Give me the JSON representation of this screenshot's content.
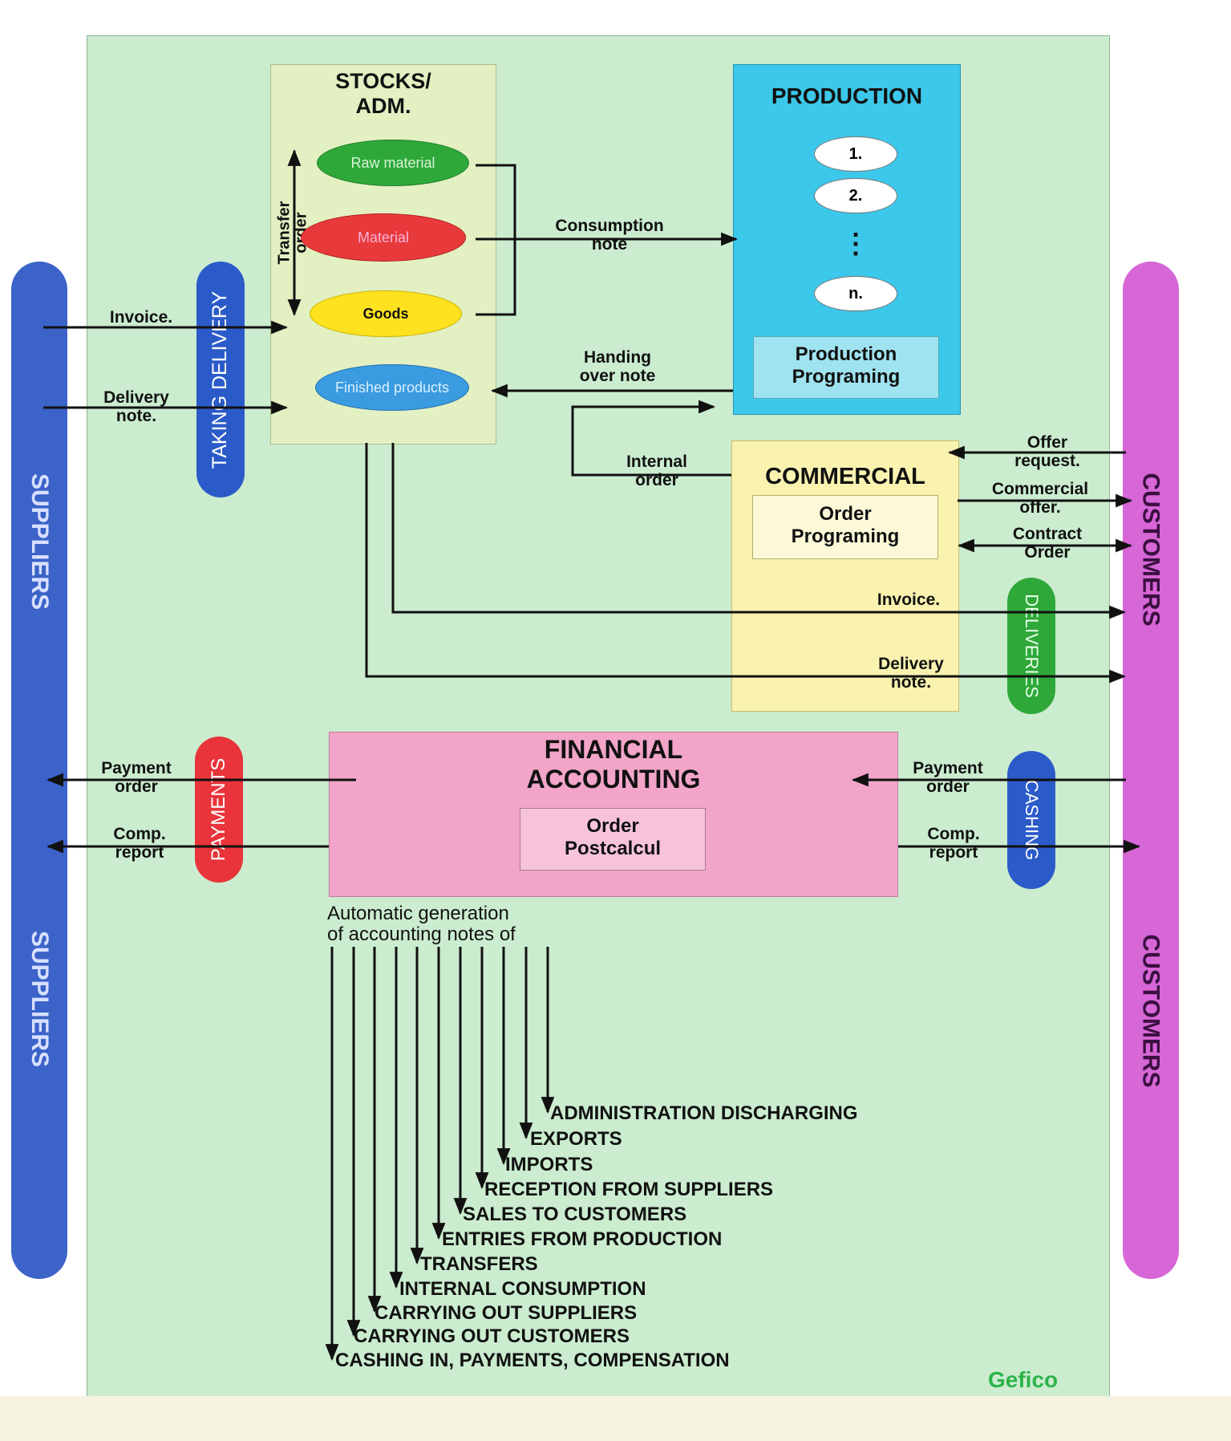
{
  "suppliers": {
    "label": "SUPPLIERS",
    "label_lower": "SUPPLIERS",
    "color": "#3b63c8"
  },
  "customers": {
    "label": "CUSTOMERS",
    "label_lower": "CUSTOMERS",
    "color": "#d766d6"
  },
  "stocks": {
    "title": "STOCKS/\nADM.",
    "transfer": "Transfer\norder",
    "items": [
      {
        "label": "Raw material",
        "color": "#2fa83a"
      },
      {
        "label": "Material",
        "color": "#e83a3a"
      },
      {
        "label": "Goods",
        "color": "#ffe21f"
      },
      {
        "label": "Finished products",
        "color": "#3b9be0"
      }
    ]
  },
  "production": {
    "title": "PRODUCTION",
    "steps": [
      "1.",
      "2.",
      "⋮",
      "n."
    ],
    "sub": "Production\nPrograming"
  },
  "commercial": {
    "title": "COMMERCIAL",
    "sub": "Order\nPrograming"
  },
  "financial": {
    "title": "FINANCIAL\nACCOUNTING",
    "sub": "Order\nPostcalcul"
  },
  "pills": {
    "taking_delivery": "TAKING DELIVERY",
    "deliveries": "DELIVERIES",
    "payments": "PAYMENTS",
    "cashing": "CASHING"
  },
  "flows": {
    "invoice_in": "Invoice.",
    "delivery_in": "Delivery\nnote.",
    "consumption": "Consumption\nnote",
    "handing": "Handing\nover note",
    "internal_order": "Internal\norder",
    "offer_request": "Offer\nrequest.",
    "commercial_offer": "Commercial\noffer.",
    "contract_order": "Contract\nOrder",
    "invoice_out": "Invoice.",
    "delivery_out": "Delivery\nnote.",
    "payment_order_left": "Payment\norder",
    "comp_report_left": "Comp.\nreport",
    "payment_order_right": "Payment\norder",
    "comp_report_right": "Comp.\nreport"
  },
  "automatic": {
    "heading": "Automatic generation\nof accounting notes of",
    "notes": [
      "ADMINISTRATION DISCHARGING",
      "EXPORTS",
      "IMPORTS",
      "RECEPTION FROM SUPPLIERS",
      "SALES TO CUSTOMERS",
      "ENTRIES FROM PRODUCTION",
      "TRANSFERS",
      "INTERNAL CONSUMPTION",
      "CARRYING OUT SUPPLIERS",
      "CARRYING OUT CUSTOMERS",
      "CASHING IN, PAYMENTS, COMPENSATION"
    ]
  },
  "brand": "Gefico"
}
